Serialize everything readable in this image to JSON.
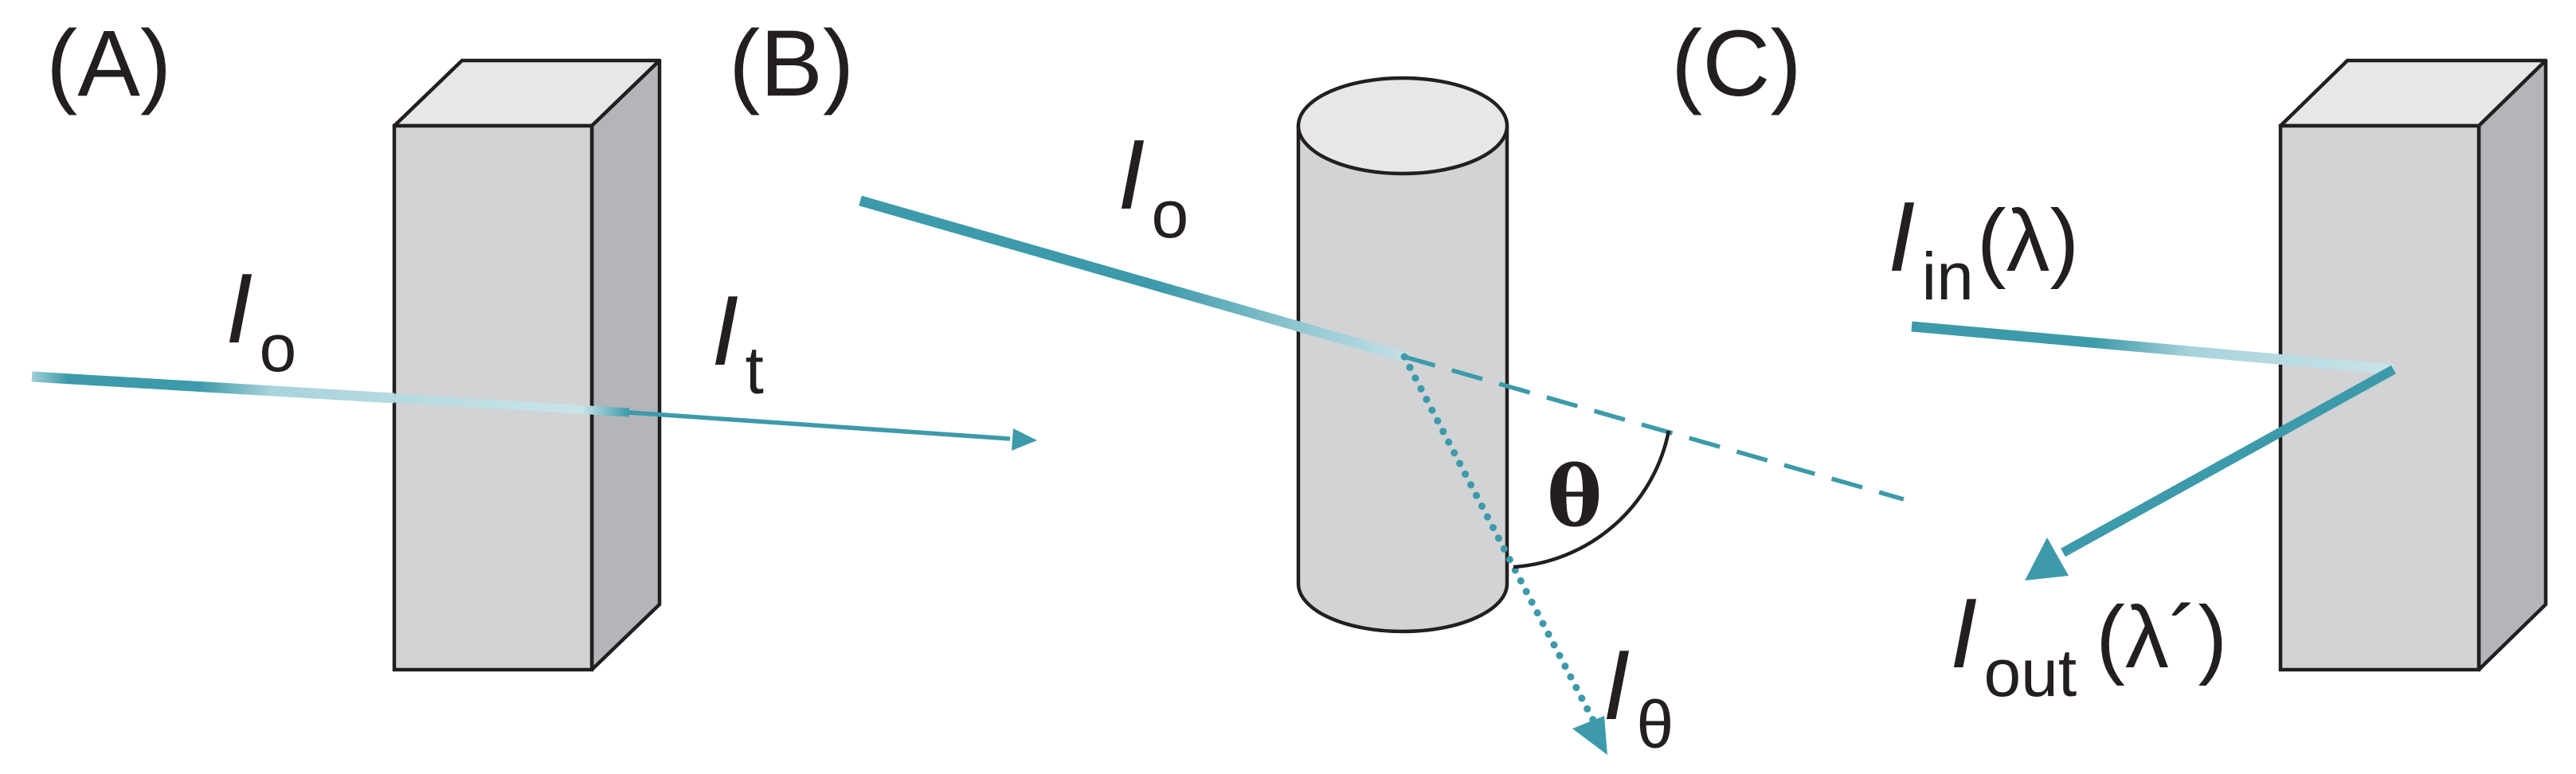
{
  "panels": {
    "a": {
      "label": "(A)",
      "incident_label": {
        "main": "I",
        "sub": "o"
      },
      "transmitted_label": {
        "main": "I",
        "sub": "t"
      }
    },
    "b": {
      "label": "(B)",
      "incident_label": {
        "main": "I",
        "sub": "o"
      },
      "scattered_label": {
        "main": "I",
        "sub": "θ"
      },
      "angle_label": "θ"
    },
    "c": {
      "label": "(C)",
      "incident_label": {
        "main": "I",
        "sub": "in",
        "suffix": "(λ)"
      },
      "emitted_label": {
        "main": "I",
        "sub": "out",
        "suffix": "(λ´)"
      }
    }
  },
  "colors": {
    "beam": "#3d9aaa",
    "beam_inside": "#a8d3db",
    "block_front": "#d1d3d4",
    "block_top": "#e6e7e8",
    "block_side": "#b3b5b8",
    "outline": "#231f20"
  }
}
